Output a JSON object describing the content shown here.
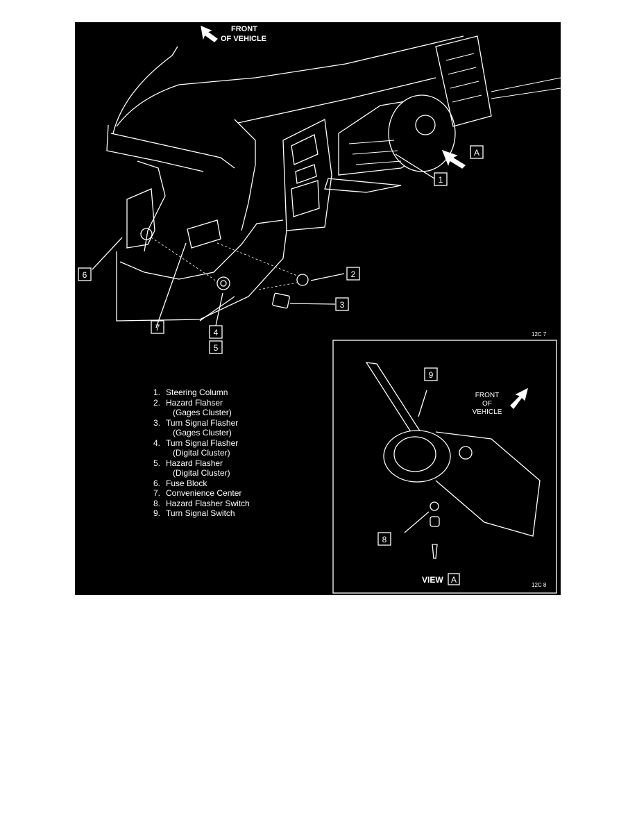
{
  "header": {
    "front_line1": "FRONT",
    "front_line2": "OF VEHICLE"
  },
  "main_view": {
    "view_letter": "A",
    "code": "12C 7",
    "callouts": [
      "1",
      "2",
      "3",
      "4",
      "5",
      "6",
      "7"
    ]
  },
  "inset": {
    "front_line1": "FRONT",
    "front_line2": "OF",
    "front_line3": "VEHICLE",
    "callouts": [
      "9",
      "8"
    ],
    "view_label": "VIEW",
    "view_letter": "A",
    "code": "12C 8"
  },
  "legend": [
    {
      "num": "1.",
      "text": "Steering Column",
      "sub": ""
    },
    {
      "num": "2.",
      "text": "Hazard Flahser",
      "sub": "(Gages Cluster)"
    },
    {
      "num": "3.",
      "text": "Turn Signal Flasher",
      "sub": "(Gages Cluster)"
    },
    {
      "num": "4.",
      "text": "Turn Signal Flasher",
      "sub": "(Digital Cluster)"
    },
    {
      "num": "5.",
      "text": "Hazard Flasher",
      "sub": "(Digital Cluster)"
    },
    {
      "num": "6.",
      "text": "Fuse Block",
      "sub": ""
    },
    {
      "num": "7.",
      "text": "Convenience Center",
      "sub": ""
    },
    {
      "num": "8.",
      "text": "Hazard Flasher Switch",
      "sub": ""
    },
    {
      "num": "9.",
      "text": "Turn Signal Switch",
      "sub": ""
    }
  ],
  "colors": {
    "background": "#000000",
    "linework": "#ffffff",
    "page": "#ffffff"
  }
}
